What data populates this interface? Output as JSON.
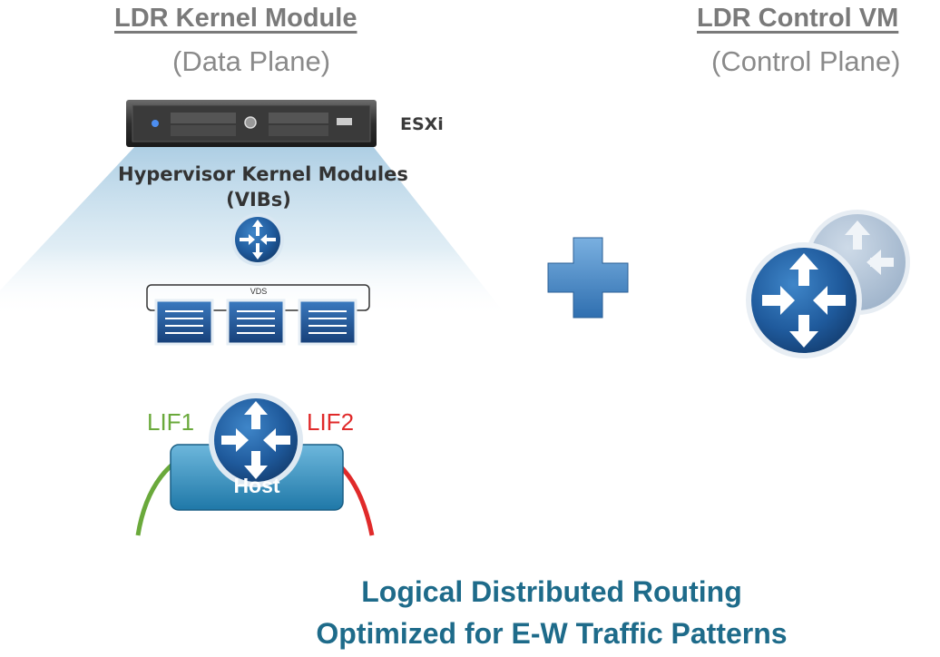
{
  "left_panel": {
    "title": "LDR Kernel Module",
    "subtitle": "(Data Plane)",
    "server_label": "ESXi",
    "hypervisor_line1": "Hypervisor Kernel Modules",
    "hypervisor_line2": "(VIBs)",
    "vds_label": "VDS"
  },
  "right_panel": {
    "title": "LDR Control VM",
    "subtitle": "(Control Plane)"
  },
  "host_diagram": {
    "lif1": "LIF1",
    "lif2": "LIF2",
    "host_label": "Host",
    "lif1_color": "#6aa93b",
    "lif2_color": "#e02a2a"
  },
  "footer": {
    "line1": "Logical Distributed Routing",
    "line2": "Optimized for E-W Traffic Patterns"
  },
  "colors": {
    "heading": "#7a7a7a",
    "footer": "#1e6b8a",
    "plus": "#4a8fc9",
    "router": "#1c4f8c"
  }
}
